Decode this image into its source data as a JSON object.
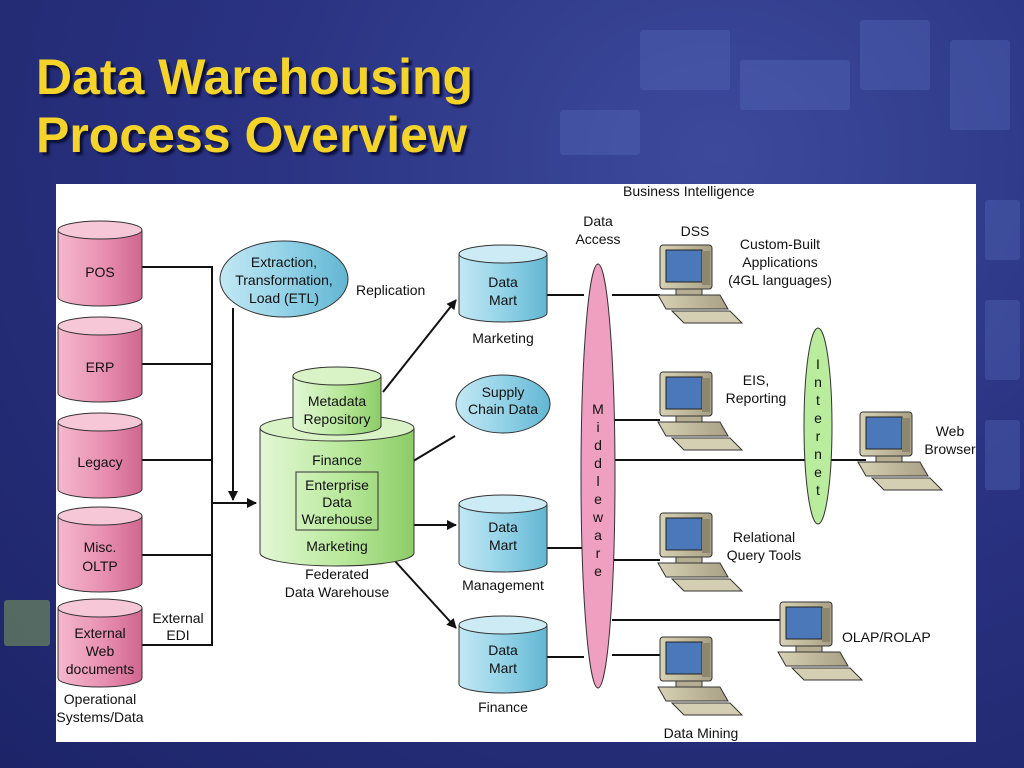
{
  "slide": {
    "title_line1": "Data Warehousing",
    "title_line2": "Process Overview"
  },
  "diagram": {
    "business_intelligence": "Business Intelligence",
    "data_access": [
      "Data",
      "Access"
    ],
    "sources": [
      {
        "lines": [
          "POS"
        ]
      },
      {
        "lines": [
          "ERP"
        ]
      },
      {
        "lines": [
          "Legacy"
        ]
      },
      {
        "lines": [
          "Misc.",
          "OLTP"
        ]
      },
      {
        "lines": [
          "External",
          "Web",
          "documents"
        ]
      }
    ],
    "operational_caption": [
      "Operational",
      "Systems/Data"
    ],
    "external_edi": [
      "External",
      "EDI"
    ],
    "etl": [
      "Extraction,",
      "Transformation,",
      "Load (ETL)"
    ],
    "replication": "Replication",
    "metadata": [
      "Metadata",
      "Repository"
    ],
    "warehouse_finance": "Finance",
    "edw": [
      "Enterprise",
      "Data",
      "Warehouse"
    ],
    "warehouse_marketing": "Marketing",
    "federated_caption": [
      "Federated",
      "Data Warehouse"
    ],
    "supply_chain": [
      "Supply",
      "Chain Data"
    ],
    "data_marts": [
      {
        "lines": [
          "Data",
          "Mart"
        ],
        "caption": "Marketing"
      },
      {
        "lines": [
          "Data",
          "Mart"
        ],
        "caption": "Management"
      },
      {
        "lines": [
          "Data",
          "Mart"
        ],
        "caption": "Finance"
      }
    ],
    "middleware": [
      "M",
      "i",
      "d",
      "d",
      "l",
      "e",
      "w",
      "a",
      "r",
      "e"
    ],
    "internet": [
      "I",
      "n",
      "t",
      "e",
      "r",
      "n",
      "e",
      "t"
    ],
    "tools": {
      "dss": "DSS",
      "custom_built": [
        "Custom-Built",
        "Applications",
        "(4GL languages)"
      ],
      "eis": [
        "EIS,",
        "Reporting"
      ],
      "web_browser": [
        "Web",
        "Browser"
      ],
      "relational": [
        "Relational",
        "Query Tools"
      ],
      "olap": "OLAP/ROLAP",
      "data_mining": "Data Mining"
    }
  },
  "colors": {
    "source_pink": "#e88fb0",
    "mart_blue": "#8fd0e6",
    "warehouse_green": "#b8e89a",
    "title_yellow": "#f5d42a"
  }
}
